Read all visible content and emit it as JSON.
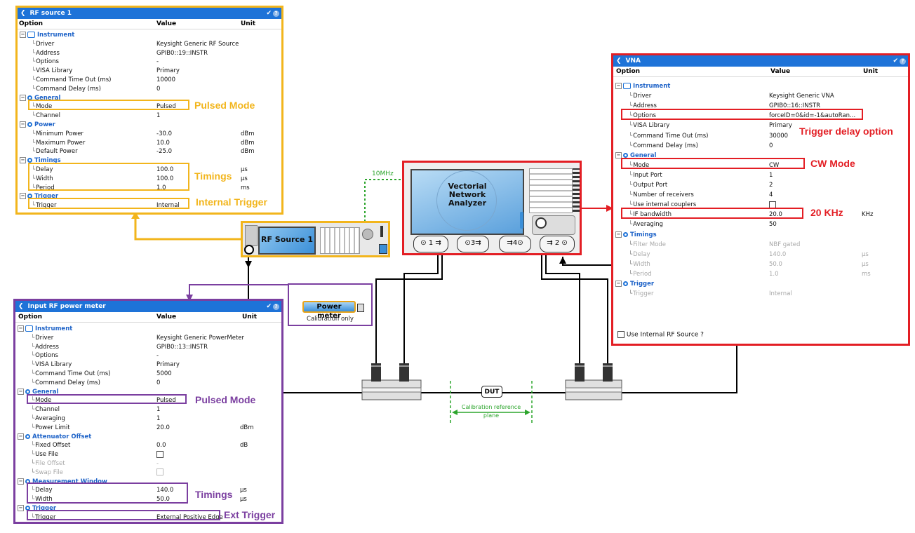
{
  "rf_source_panel": {
    "title": "RF source 1",
    "headers": {
      "option": "Option",
      "value": "Value",
      "unit": "Unit"
    },
    "rows": [
      {
        "type": "group",
        "label": "Instrument"
      },
      {
        "label": "Driver",
        "value": "Keysight Generic RF Source",
        "unit": ""
      },
      {
        "label": "Address",
        "value": "GPIB0::19::INSTR",
        "unit": ""
      },
      {
        "label": "Options",
        "value": "-",
        "unit": ""
      },
      {
        "label": "VISA Library",
        "value": "Primary",
        "unit": ""
      },
      {
        "label": "Command Time Out (ms)",
        "value": "10000",
        "unit": ""
      },
      {
        "label": "Command Delay (ms)",
        "value": "0",
        "unit": ""
      },
      {
        "type": "group",
        "label": "General"
      },
      {
        "label": "Mode",
        "value": "Pulsed",
        "unit": ""
      },
      {
        "label": "Channel",
        "value": "1",
        "unit": ""
      },
      {
        "type": "group",
        "label": "Power"
      },
      {
        "label": "Minimum Power",
        "value": "-30.0",
        "unit": "dBm"
      },
      {
        "label": "Maximum Power",
        "value": "10.0",
        "unit": "dBm"
      },
      {
        "label": "Default Power",
        "value": "-25.0",
        "unit": "dBm"
      },
      {
        "type": "group",
        "label": "Timings"
      },
      {
        "label": "Delay",
        "value": "100.0",
        "unit": "µs"
      },
      {
        "label": "Width",
        "value": "100.0",
        "unit": "µs"
      },
      {
        "label": "Period",
        "value": "1.0",
        "unit": "ms"
      },
      {
        "type": "group",
        "label": "Trigger"
      },
      {
        "label": "Trigger",
        "value": "Internal",
        "unit": ""
      }
    ]
  },
  "power_meter_panel": {
    "title": "Input RF power meter",
    "headers": {
      "option": "Option",
      "value": "Value",
      "unit": "Unit"
    },
    "rows": [
      {
        "type": "group",
        "label": "Instrument"
      },
      {
        "label": "Driver",
        "value": "Keysight Generic PowerMeter",
        "unit": ""
      },
      {
        "label": "Address",
        "value": "GPIB0::13::INSTR",
        "unit": ""
      },
      {
        "label": "Options",
        "value": "-",
        "unit": ""
      },
      {
        "label": "VISA Library",
        "value": "Primary",
        "unit": ""
      },
      {
        "label": "Command Time Out (ms)",
        "value": "5000",
        "unit": ""
      },
      {
        "label": "Command Delay (ms)",
        "value": "0",
        "unit": ""
      },
      {
        "type": "group",
        "label": "General"
      },
      {
        "label": "Mode",
        "value": "Pulsed",
        "unit": ""
      },
      {
        "label": "Channel",
        "value": "1",
        "unit": ""
      },
      {
        "label": "Averaging",
        "value": "1",
        "unit": ""
      },
      {
        "label": "Power Limit",
        "value": "20.0",
        "unit": "dBm"
      },
      {
        "type": "group",
        "label": "Attenuator Offset"
      },
      {
        "label": "Fixed Offset",
        "value": "0.0",
        "unit": "dB"
      },
      {
        "label": "Use File",
        "value": "",
        "checkbox": true,
        "unit": ""
      },
      {
        "label": "File Offset",
        "value": "-",
        "unit": "",
        "disabled": true
      },
      {
        "label": "Swap File",
        "value": "",
        "checkbox": true,
        "unit": "",
        "disabled": true
      },
      {
        "type": "group",
        "label": "Measurement Window"
      },
      {
        "label": "Delay",
        "value": "140.0",
        "unit": "µs"
      },
      {
        "label": "Width",
        "value": "50.0",
        "unit": "µs"
      },
      {
        "type": "group",
        "label": "Trigger"
      },
      {
        "label": "Trigger",
        "value": "External Positive Edge",
        "unit": ""
      }
    ]
  },
  "vna_panel": {
    "title": "VNA",
    "headers": {
      "option": "Option",
      "value": "Value",
      "unit": "Unit"
    },
    "rows": [
      {
        "type": "group",
        "label": "Instrument"
      },
      {
        "label": "Driver",
        "value": "Keysight Generic VNA",
        "unit": ""
      },
      {
        "label": "Address",
        "value": "GPIB0::16::INSTR",
        "unit": ""
      },
      {
        "label": "Options",
        "value": "forceID=0&id=-1&autoRan...",
        "unit": ""
      },
      {
        "label": "VISA Library",
        "value": "Primary",
        "unit": ""
      },
      {
        "label": "Command Time Out (ms)",
        "value": "30000",
        "unit": ""
      },
      {
        "label": "Command Delay (ms)",
        "value": "0",
        "unit": ""
      },
      {
        "type": "group",
        "label": "General"
      },
      {
        "label": "Mode",
        "value": "CW",
        "unit": ""
      },
      {
        "label": "Input Port",
        "value": "1",
        "unit": ""
      },
      {
        "label": "Output Port",
        "value": "2",
        "unit": ""
      },
      {
        "label": "Number of receivers",
        "value": "4",
        "unit": ""
      },
      {
        "label": "Use internal couplers",
        "value": "",
        "checkbox": true,
        "unit": ""
      },
      {
        "label": "IF bandwidth",
        "value": "20.0",
        "unit": "KHz"
      },
      {
        "label": "Averaging",
        "value": "50",
        "unit": ""
      },
      {
        "type": "group",
        "label": "Timings"
      },
      {
        "label": "Filter Mode",
        "value": "NBF gated",
        "unit": "",
        "disabled": true
      },
      {
        "label": "Delay",
        "value": "140.0",
        "unit": "µs",
        "disabled": true
      },
      {
        "label": "Width",
        "value": "50.0",
        "unit": "µs",
        "disabled": true
      },
      {
        "label": "Period",
        "value": "1.0",
        "unit": "ms",
        "disabled": true
      },
      {
        "type": "group",
        "label": "Trigger"
      },
      {
        "label": "Trigger",
        "value": "Internal",
        "unit": "",
        "disabled": true
      }
    ],
    "footer_checkbox_label": "Use Internal RF Source ?"
  },
  "annotations": {
    "rf_pulsed_mode": "Pulsed Mode",
    "rf_timings": "Timings",
    "rf_internal_trigger": "Internal Trigger",
    "pm_pulsed_mode": "Pulsed Mode",
    "pm_timings": "Timings",
    "pm_ext_trigger": "Ext Trigger",
    "vna_trigger_delay": "Trigger delay option",
    "vna_cw_mode": "CW Mode",
    "vna_if_bw": "20 KHz"
  },
  "diagram": {
    "rf_source_label": "RF Source 1",
    "vna_screen_text": [
      "Vectorial",
      "Network",
      "Analyzer"
    ],
    "ref_clock_label": "10MHz",
    "power_meter_label": "Power meter",
    "calibration_only": "Calibration only",
    "dut_label": "DUT",
    "cal_plane_label": [
      "Calibration reference",
      "plane"
    ],
    "vna_port_labels": [
      "1",
      "3",
      "4",
      "2"
    ]
  },
  "colors": {
    "yellow": "#F2B51C",
    "purple": "#7B3FA0",
    "red": "#E31E24",
    "title_blue": "#1E73D8",
    "green": "#2DA52D"
  }
}
